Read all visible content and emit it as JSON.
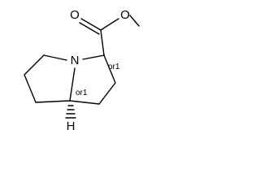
{
  "molecule": {
    "atoms": {
      "nitrogen": "N",
      "carbonyl_oxygen": "O",
      "ester_oxygen": "O",
      "bridgehead_hydrogen": "H"
    },
    "stereo_labels": {
      "c3": "or1",
      "c7a": "or1"
    }
  }
}
